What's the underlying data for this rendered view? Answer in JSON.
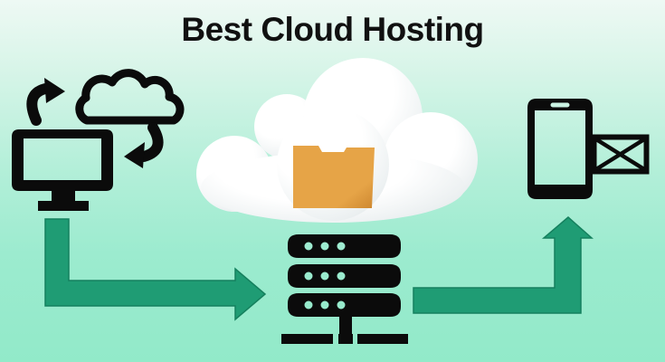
{
  "title": {
    "text": "Best Cloud Hosting"
  },
  "colors": {
    "title_color": "#111111",
    "bg_top": "#eef9f4",
    "bg_upper": "#d9f5e9",
    "bg_mid": "#b4efd9",
    "bg_lower": "#9cebcf",
    "bg_bottom": "#92eac9",
    "ink": "#0b0b0b",
    "arrow_green": "#1f9c74",
    "arrow_green_dark": "#15805e",
    "folder_orange": "#e6a447",
    "folder_orange_dark": "#cd8730",
    "cloud_hi": "#ffffff",
    "cloud_lo": "#dde3e5"
  },
  "icons": {
    "top_left": "computer-cloud-sync-icon",
    "center": "cloud-folder-3d",
    "bottom_center": "server-rack-icon",
    "right": "smartphone-email-icon"
  },
  "arrows": {
    "left": "computer-to-server-arrow",
    "right": "server-to-phone-arrow"
  }
}
